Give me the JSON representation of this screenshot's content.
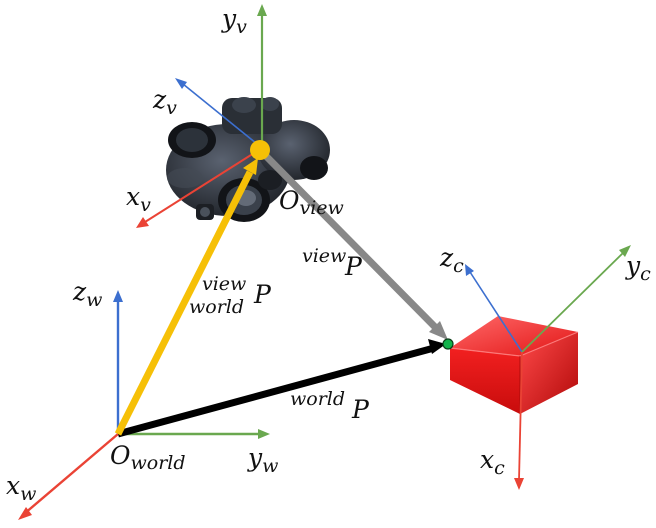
{
  "colors": {
    "axis_x": "#ea4335",
    "axis_y": "#6aa84f",
    "axis_z": "#3c6fcf",
    "arrow_world_view": "#f6c007",
    "arrow_view_cam": "#888888",
    "arrow_world_cam": "#000000",
    "camera_body": "#e81818",
    "view_origin_dot": "#f6c007",
    "target_dot": "#11b24a",
    "device_body": "#2b3038"
  },
  "icons": {
    "view_device": "night-vision-binocular-icon",
    "camera_box": "red-box-icon"
  },
  "labels": {
    "view_frame": {
      "y_base": "y",
      "y_sub": "v",
      "z_base": "z",
      "z_sub": "v",
      "x_base": "x",
      "x_sub": "v",
      "origin_base": "O",
      "origin_sub": "view"
    },
    "world_frame": {
      "z_base": "z",
      "z_sub": "w",
      "y_base": "y",
      "y_sub": "w",
      "x_base": "x",
      "x_sub": "w",
      "origin_base": "O",
      "origin_sub": "world"
    },
    "camera_frame": {
      "z_base": "z",
      "z_sub": "c",
      "y_base": "y",
      "y_sub": "c",
      "x_base": "x",
      "x_sub": "c"
    },
    "vectors": {
      "world_to_view": {
        "pre_sup": "view",
        "pre_sub": "world",
        "base": "P"
      },
      "view_to_target": {
        "pre_sup": "view",
        "base": "P"
      },
      "world_to_target": {
        "pre_sup": "world",
        "base": "P"
      }
    }
  }
}
